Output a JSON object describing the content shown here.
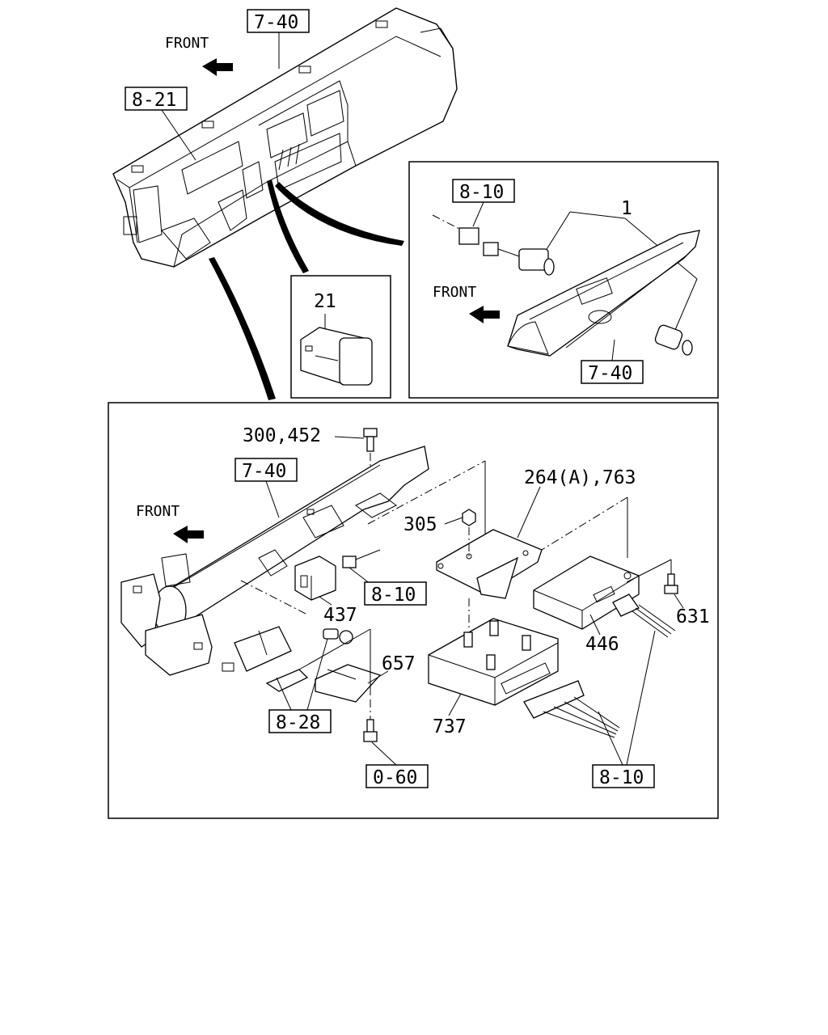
{
  "labels": {
    "front_top": "FRONT",
    "ref_7_40_top": "7-40",
    "ref_8_21": "8-21",
    "ref_8_10_inset": "8-10",
    "callout_1": "1",
    "front_inset": "FRONT",
    "ref_7_40_inset": "7-40",
    "callout_21": "21",
    "callout_300_452": "300,452",
    "ref_7_40_lower": "7-40",
    "front_lower": "FRONT",
    "callout_264_763": "264(A),763",
    "callout_305": "305",
    "ref_8_10_mid": "8-10",
    "callout_437": "437",
    "callout_657": "657",
    "callout_446": "446",
    "callout_631": "631",
    "callout_737": "737",
    "ref_8_28": "8-28",
    "ref_0_60": "0-60",
    "ref_8_10_bottom": "8-10"
  }
}
